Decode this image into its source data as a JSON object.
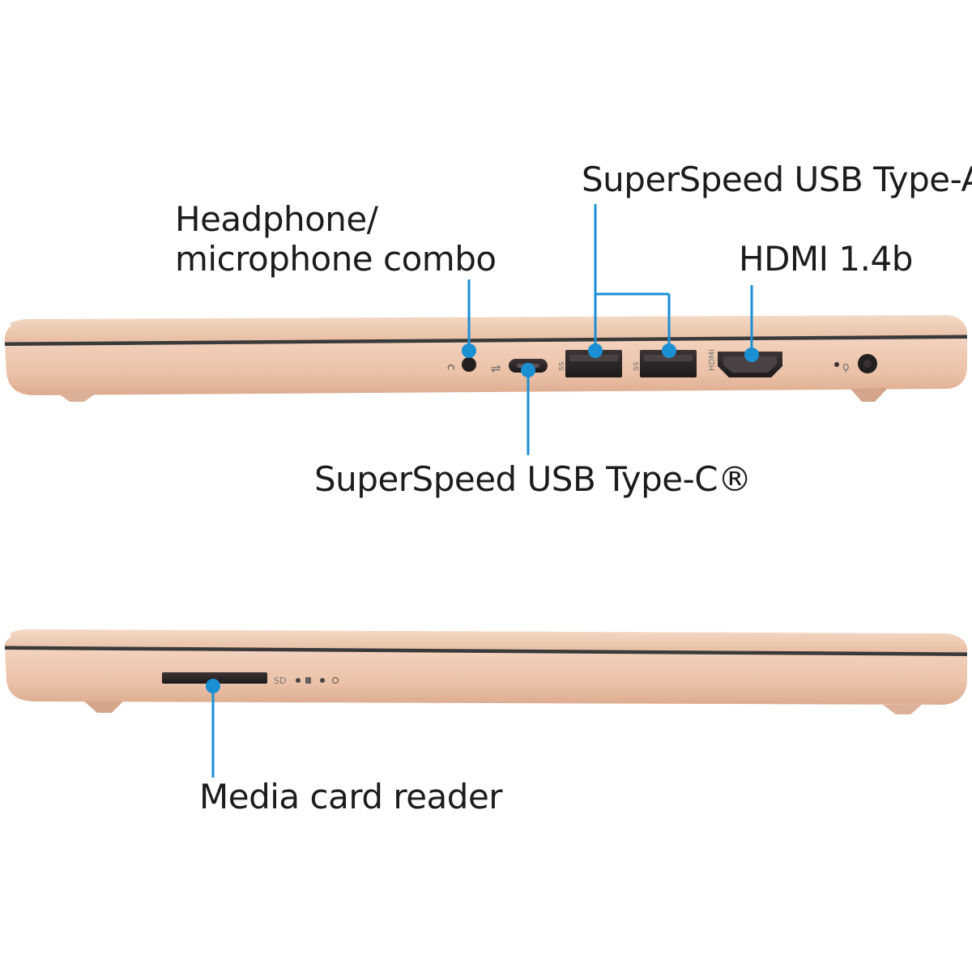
{
  "callouts": {
    "headphone_line1": "Headphone/",
    "headphone_line2": "microphone combo",
    "usb_a": "SuperSpeed USB Type-A",
    "hdmi": "HDMI 1.4b",
    "usb_c": "SuperSpeed USB Type-C®",
    "card_reader": "Media card reader"
  },
  "port_marks": {
    "sd": "SD"
  },
  "colors": {
    "leader_line": "#1a8fd4",
    "chassis": "#ecc5ad",
    "chassis_shadow": "#d4a58a",
    "seam": "#3a3a3a",
    "port": "#2a2626",
    "text": "#1c1c1c"
  }
}
